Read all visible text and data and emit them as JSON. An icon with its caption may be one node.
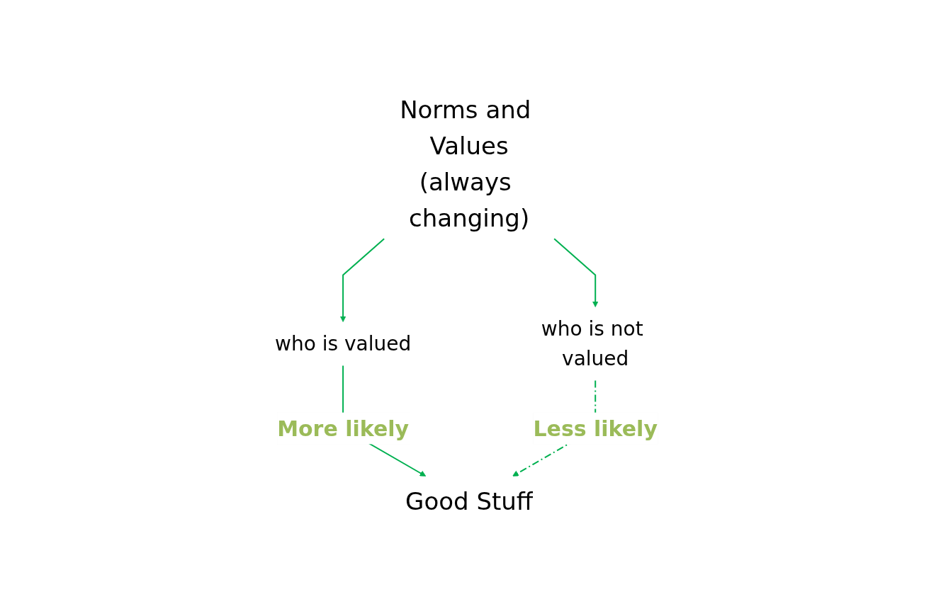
{
  "diagram": {
    "nodes": [
      {
        "text": [
          "Norms and Values",
          "(always changing)"
        ]
      },
      {
        "text": [
          "who is valued"
        ]
      },
      {
        "text": [
          "who is not valued"
        ]
      },
      {
        "text": [
          "Good Stuff"
        ]
      }
    ],
    "edges": [
      {
        "from": 0,
        "to": 1,
        "arrow": "to"
      },
      {
        "from": 0,
        "to": 2,
        "arrow": "to"
      },
      {
        "from": 1,
        "to": 3,
        "arrow": "to",
        "label": "More likely"
      },
      {
        "from": 2,
        "to": 3,
        "arrow": "to",
        "label": "Less likely",
        "style": "dashed"
      }
    ]
  }
}
